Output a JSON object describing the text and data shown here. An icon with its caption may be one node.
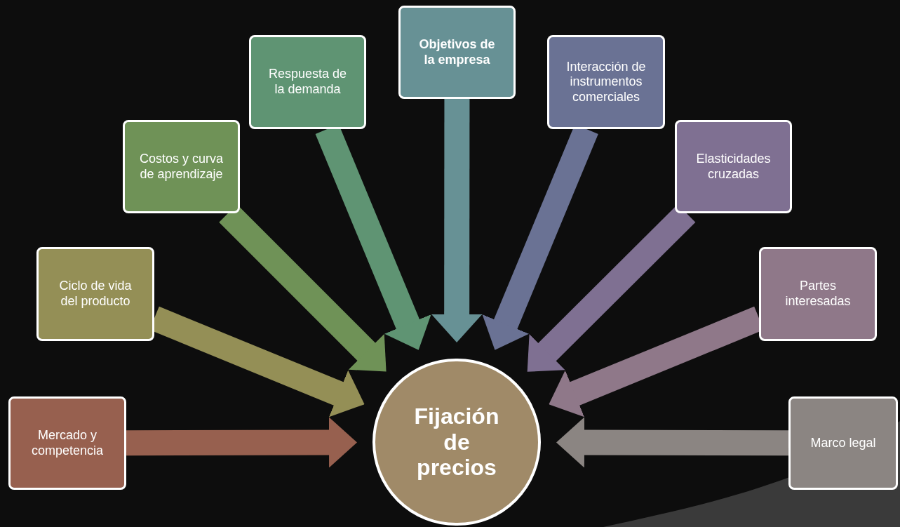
{
  "diagram": {
    "nodes": [
      {
        "text": [
          "Fijación de precios"
        ]
      },
      {
        "text": [
          "Mercado y competencia"
        ]
      },
      {
        "text": [
          "Ciclo de vida del producto"
        ]
      },
      {
        "text": [
          "Costos y curva de aprendizaje"
        ]
      },
      {
        "text": [
          "Respuesta de la demanda"
        ]
      },
      {
        "text": [
          "Objetivos de la empresa"
        ]
      },
      {
        "text": [
          "Interacción de instrumentos comerciales"
        ]
      },
      {
        "text": [
          "Elasticidades cruzadas"
        ]
      },
      {
        "text": [
          "Partes interesadas"
        ]
      },
      {
        "text": [
          "Marco legal"
        ]
      }
    ],
    "edges": [
      {
        "from": 1,
        "to": 0,
        "arrow": "to",
        "color": "#97604f"
      },
      {
        "from": 2,
        "to": 0,
        "arrow": "to",
        "color": "#948f56"
      },
      {
        "from": 3,
        "to": 0,
        "arrow": "to",
        "color": "#6f9257"
      },
      {
        "from": 4,
        "to": 0,
        "arrow": "to",
        "color": "#5f9473"
      },
      {
        "from": 5,
        "to": 0,
        "arrow": "to",
        "color": "#679195"
      },
      {
        "from": 6,
        "to": 0,
        "arrow": "to",
        "color": "#6a7294"
      },
      {
        "from": 7,
        "to": 0,
        "arrow": "to",
        "color": "#7f7092"
      },
      {
        "from": 8,
        "to": 0,
        "arrow": "to",
        "color": "#8f7889"
      },
      {
        "from": 9,
        "to": 0,
        "arrow": "to",
        "color": "#8b8582"
      }
    ]
  }
}
